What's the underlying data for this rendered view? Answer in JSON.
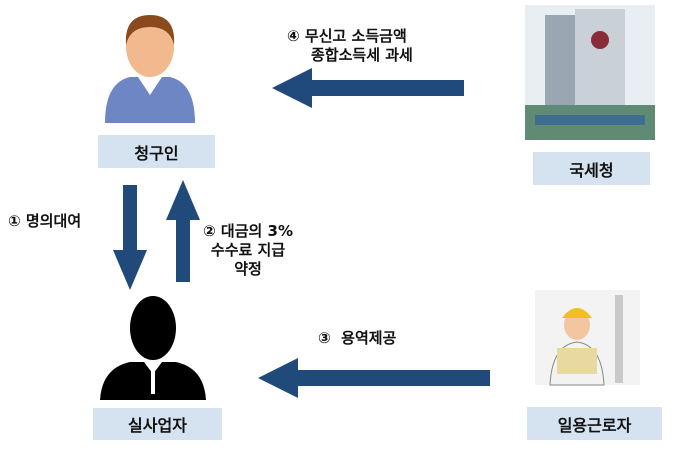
{
  "nodes": {
    "claimant": "청구인",
    "nts": "국세청",
    "actual_operator": "실사업자",
    "day_laborer": "일용근로자"
  },
  "steps": {
    "step1": "① 명의대여",
    "step2_line1": "② 대금의 3%",
    "step2_line2": "수수료 지급",
    "step2_line3": "약정",
    "step3": "③  용역제공",
    "step4_line1": "④ 무신고 소득금액",
    "step4_line2": "종합소득세 과세"
  },
  "colors": {
    "arrow": "#1f4a7a",
    "label_bg": "#d5e2f0"
  }
}
